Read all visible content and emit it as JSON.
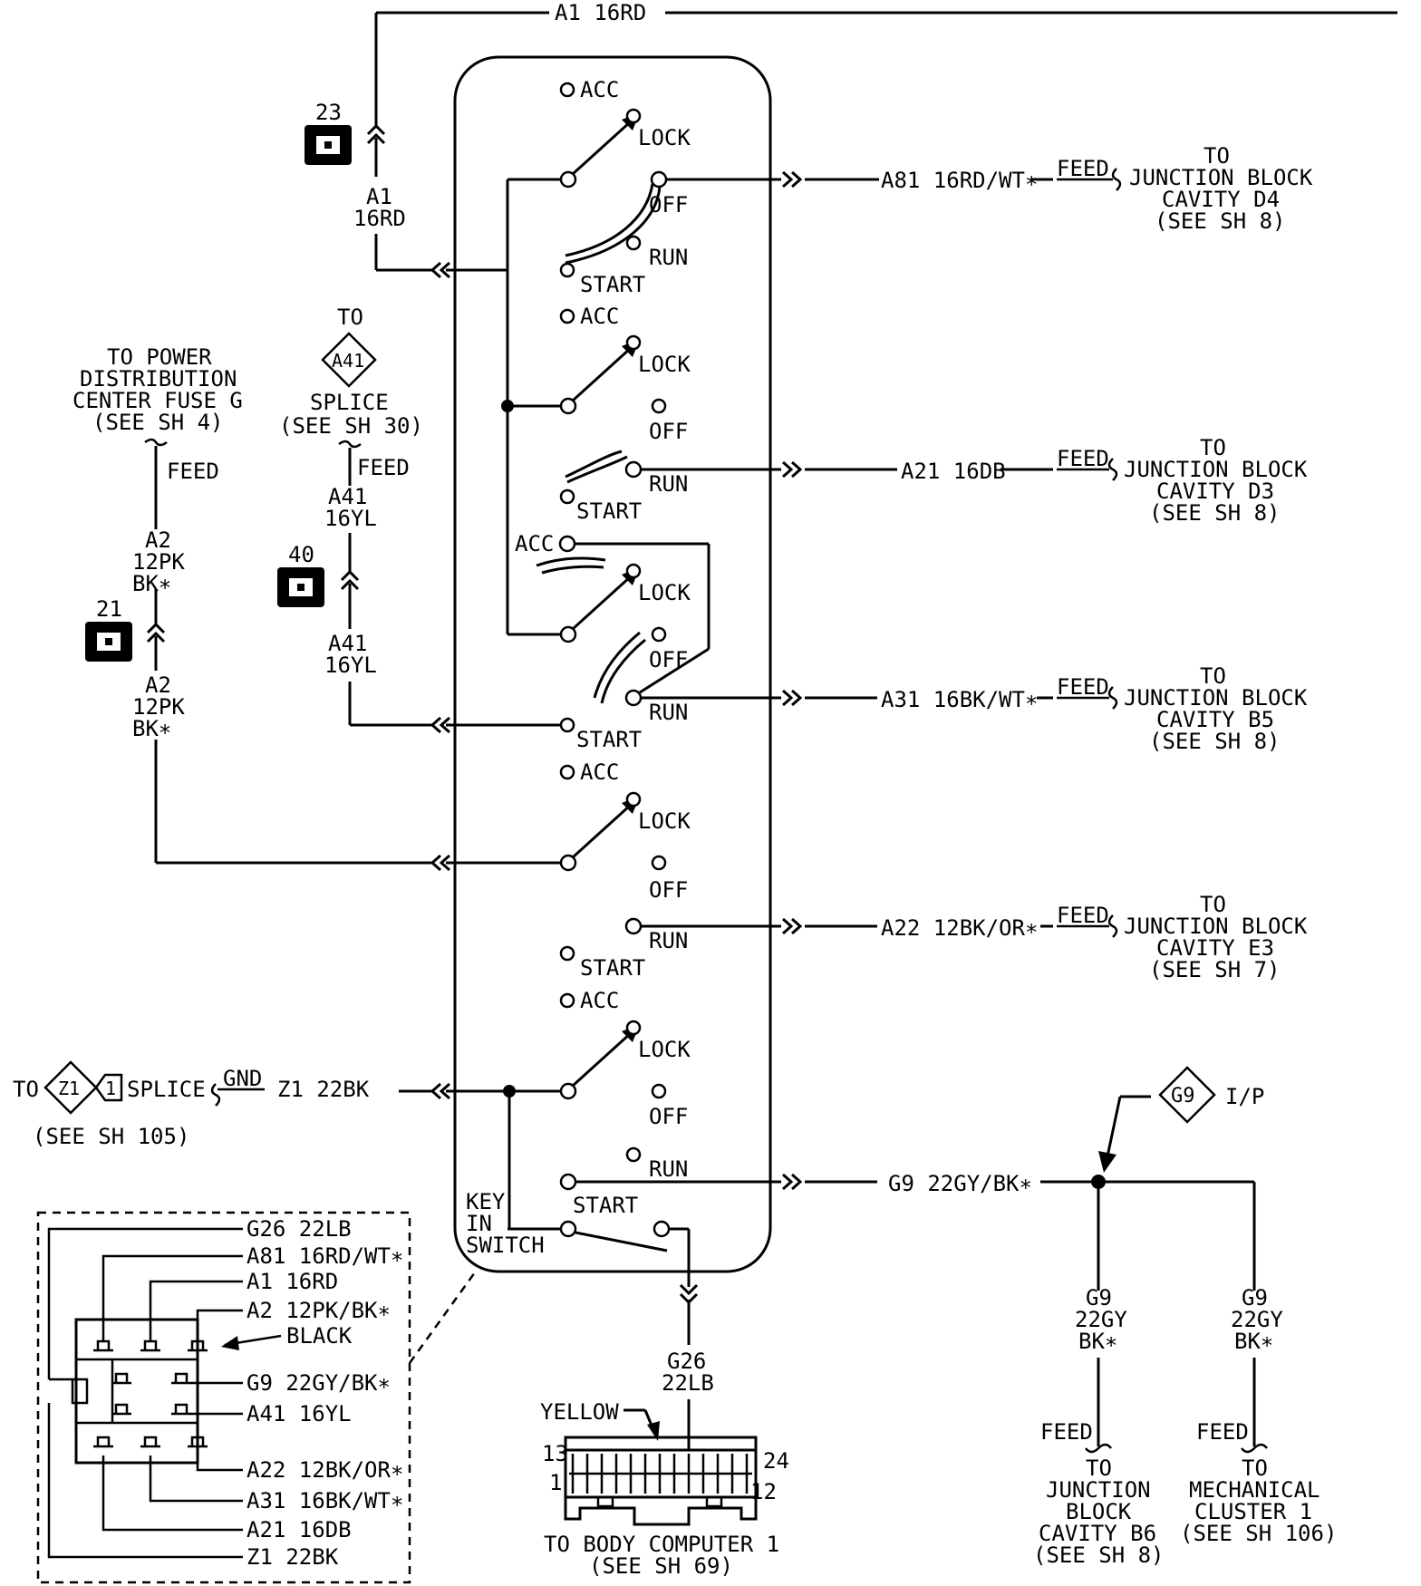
{
  "top_wire": "A1 16RD",
  "switch": {
    "labels": {
      "acc": "ACC",
      "lock": "LOCK",
      "off": "OFF",
      "run": "RUN",
      "start": "START"
    },
    "key_in": [
      "KEY",
      "IN",
      "SWITCH"
    ]
  },
  "connectors": {
    "c23": "23",
    "c21": "21",
    "c40": "40"
  },
  "left": {
    "a1_wire": [
      "A1",
      "16RD"
    ],
    "power_dest": [
      "TO POWER",
      "DISTRIBUTION",
      "CENTER FUSE G",
      "(SEE SH 4)"
    ],
    "feed": "FEED",
    "a2_upper": [
      "A2",
      "12PK",
      "BK∗"
    ],
    "a2_lower": [
      "A2",
      "12PK",
      "BK∗"
    ],
    "splice_to": "TO",
    "splice_id": "A41",
    "splice_label": [
      "SPLICE",
      "(SEE SH 30)"
    ],
    "a41_upper": [
      "A41",
      "16YL"
    ],
    "a41_lower": [
      "A41",
      "16YL"
    ]
  },
  "outputs": [
    {
      "wire": "A81 16RD/WT∗",
      "feed": "FEED",
      "dest": [
        "TO",
        "JUNCTION BLOCK",
        "CAVITY D4",
        "(SEE SH 8)"
      ]
    },
    {
      "wire": "A21 16DB",
      "feed": "FEED",
      "dest": [
        "TO",
        "JUNCTION BLOCK",
        "CAVITY D3",
        "(SEE SH 8)"
      ]
    },
    {
      "wire": "A31 16BK/WT∗",
      "feed": "FEED",
      "dest": [
        "TO",
        "JUNCTION BLOCK",
        "CAVITY B5",
        "(SEE SH 8)"
      ]
    },
    {
      "wire": "A22 12BK/OR∗",
      "feed": "FEED",
      "dest": [
        "TO",
        "JUNCTION BLOCK",
        "CAVITY E3",
        "(SEE SH 7)"
      ]
    }
  ],
  "ground": {
    "to": "TO",
    "splice_id": "Z1",
    "splice_pin": "1",
    "splice_word": "SPLICE",
    "ref": "(SEE SH 105)",
    "gnd": "GND",
    "wire": "Z1 22BK"
  },
  "g9": {
    "wire": "G9 22GY/BK∗",
    "ground_id": "G9",
    "ground_label": "I/P",
    "left_branch": [
      "G9",
      "22GY",
      "BK∗"
    ],
    "right_branch": [
      "G9",
      "22GY",
      "BK∗"
    ],
    "left_feed": "FEED",
    "right_feed": "FEED",
    "left_dest": [
      "TO",
      "JUNCTION",
      "BLOCK",
      "CAVITY B6",
      "(SEE SH 8)"
    ],
    "right_dest": [
      "TO",
      "MECHANICAL",
      "CLUSTER 1",
      "(SEE SH 106)"
    ]
  },
  "g26": {
    "wire": [
      "G26",
      "22LB"
    ]
  },
  "body_computer": {
    "color": "YELLOW",
    "pins": {
      "tl": "13",
      "bl": "1",
      "tr": "24",
      "br": "12"
    },
    "dest": [
      "TO BODY COMPUTER 1",
      "(SEE SH 69)"
    ]
  },
  "connector_view": {
    "wires": [
      "G26 22LB",
      "A81 16RD/WT∗",
      "A1 16RD",
      "A2 12PK/BK∗",
      "G9 22GY/BK∗",
      "A41 16YL",
      "A22 12BK/OR∗",
      "A31 16BK/WT∗",
      "A21 16DB",
      "Z1 22BK"
    ],
    "color": "BLACK"
  }
}
